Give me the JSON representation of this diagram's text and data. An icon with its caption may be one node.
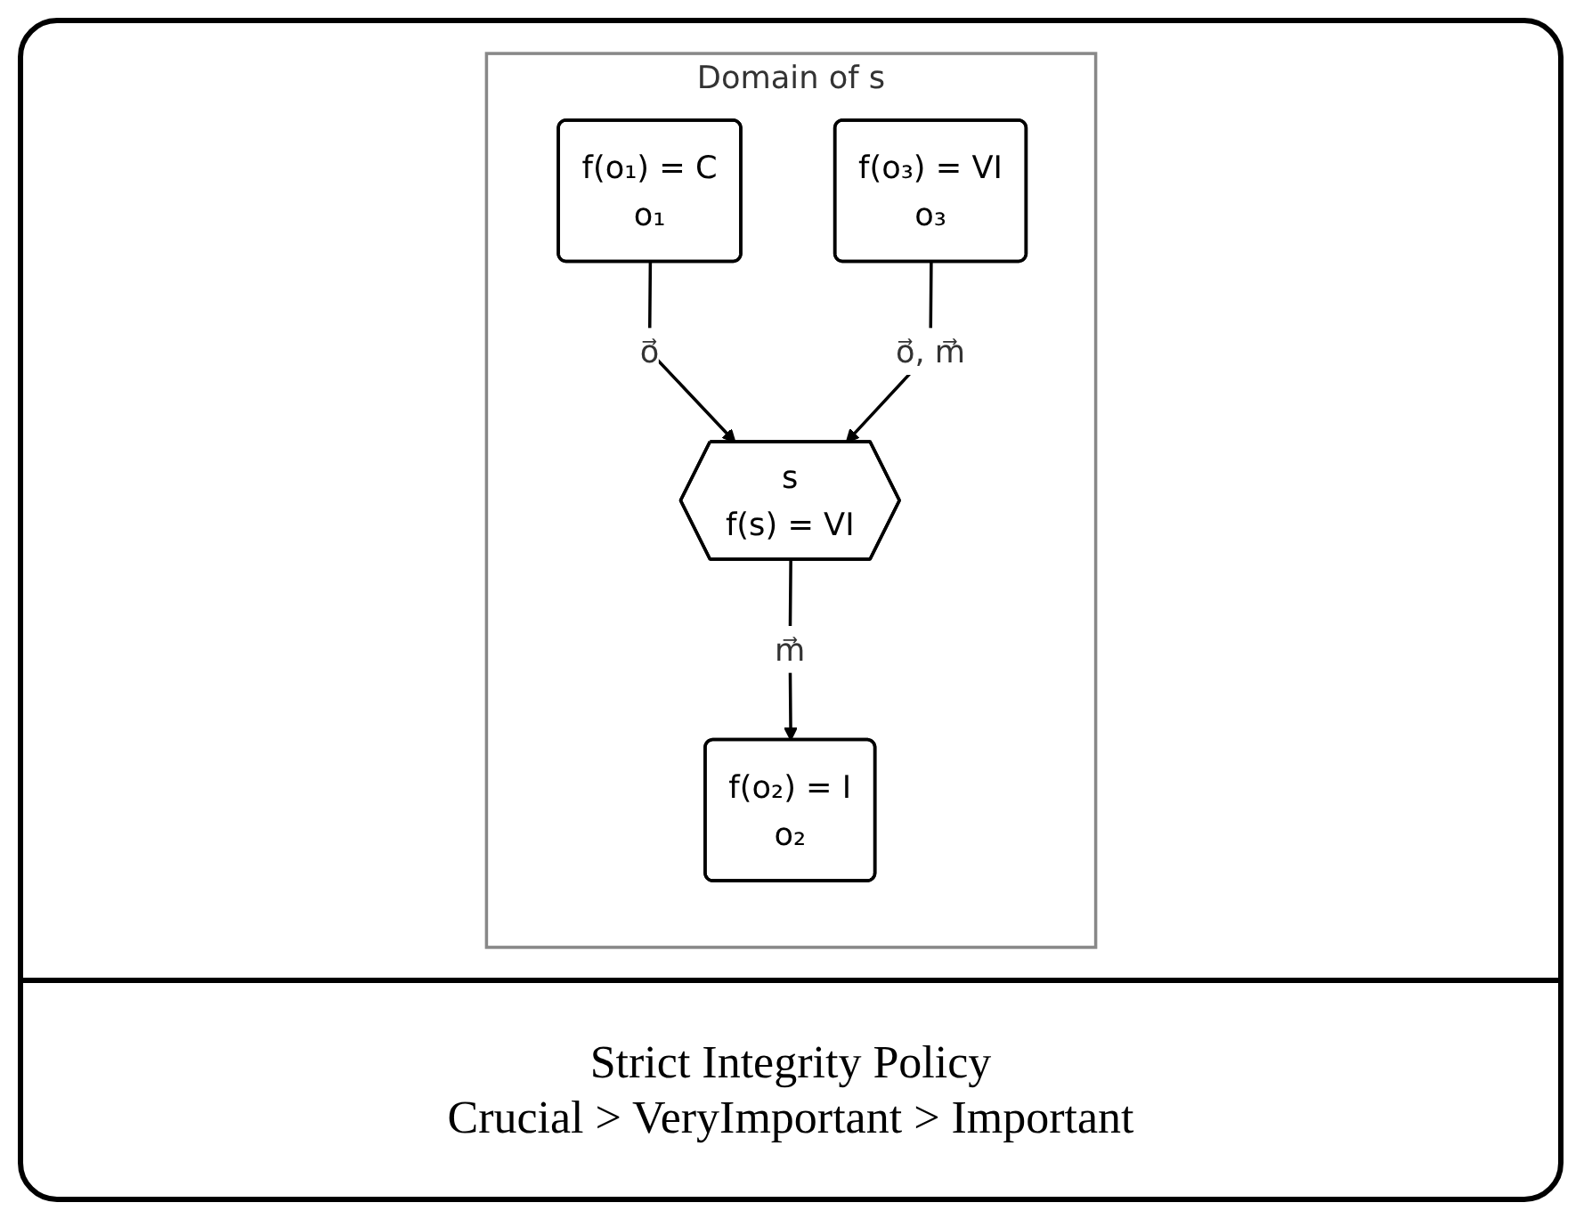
{
  "diagram": {
    "caption": "Strict Integrity Policy",
    "nodes": [
      {
        "text": [
          "Domain of s"
        ]
      },
      {
        "text": [
          "f(o₁) = C",
          "o₁"
        ],
        "in": 0
      },
      {
        "text": [
          "f(o₂) = I",
          "o₂"
        ],
        "in": 0
      },
      {
        "text": [
          "f(o₃) = VI",
          "o₃"
        ],
        "in": 0
      },
      {
        "text": [
          "s",
          "f(s) = VI"
        ],
        "in": 0
      }
    ],
    "edges": [
      {
        "from": 1,
        "to": 4,
        "arrow": "to",
        "label": "o⃗"
      },
      {
        "from": 4,
        "to": 2,
        "arrow": "to",
        "label": "m⃗"
      },
      {
        "from": 3,
        "to": 4,
        "arrow": "to",
        "label": "o⃗, m⃗"
      }
    ],
    "labels": [
      "Crucial > VeryImportant > Important"
    ]
  }
}
